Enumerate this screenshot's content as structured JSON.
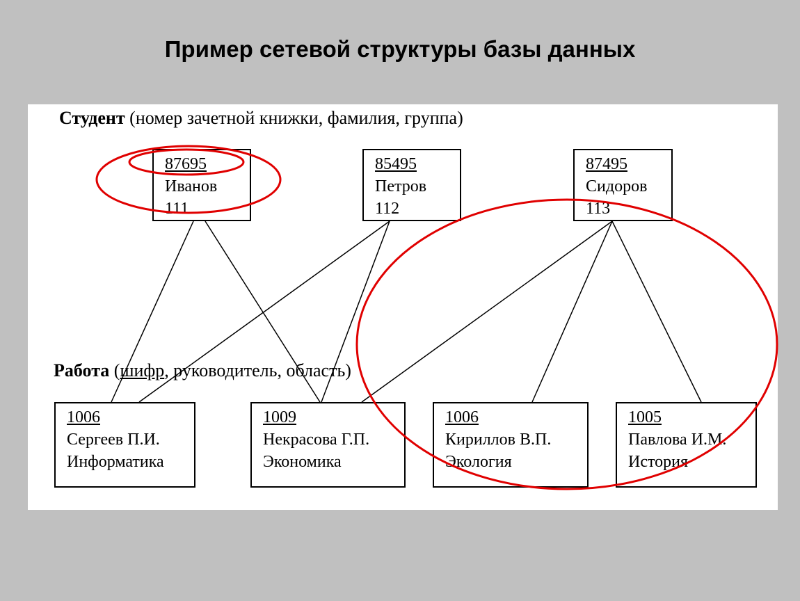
{
  "title": "Пример сетевой структуры базы данных",
  "student": {
    "name": "Студент",
    "attrs_open": " (номер зачетной книжки, фамилия, группа)",
    "records": [
      {
        "id": "87695",
        "surname": "Иванов",
        "group": "111"
      },
      {
        "id": "85495",
        "surname": "Петров",
        "group": "112"
      },
      {
        "id": "87495",
        "surname": "Сидоров",
        "group": "113"
      }
    ]
  },
  "work": {
    "name": "Работа",
    "open": " (",
    "key": "шифр",
    "rest": ", руководитель, область)",
    "records": [
      {
        "code": "1006",
        "supervisor": "Сергеев П.И.",
        "area": "Информатика"
      },
      {
        "code": "1009",
        "supervisor": "Некрасова Г.П.",
        "area": "Экономика"
      },
      {
        "code": "1006",
        "supervisor": "Кириллов В.П.",
        "area": "Экология"
      },
      {
        "code": "1005",
        "supervisor": "Павлова И.М.",
        "area": "История"
      }
    ]
  },
  "highlight_color": "#e00000"
}
